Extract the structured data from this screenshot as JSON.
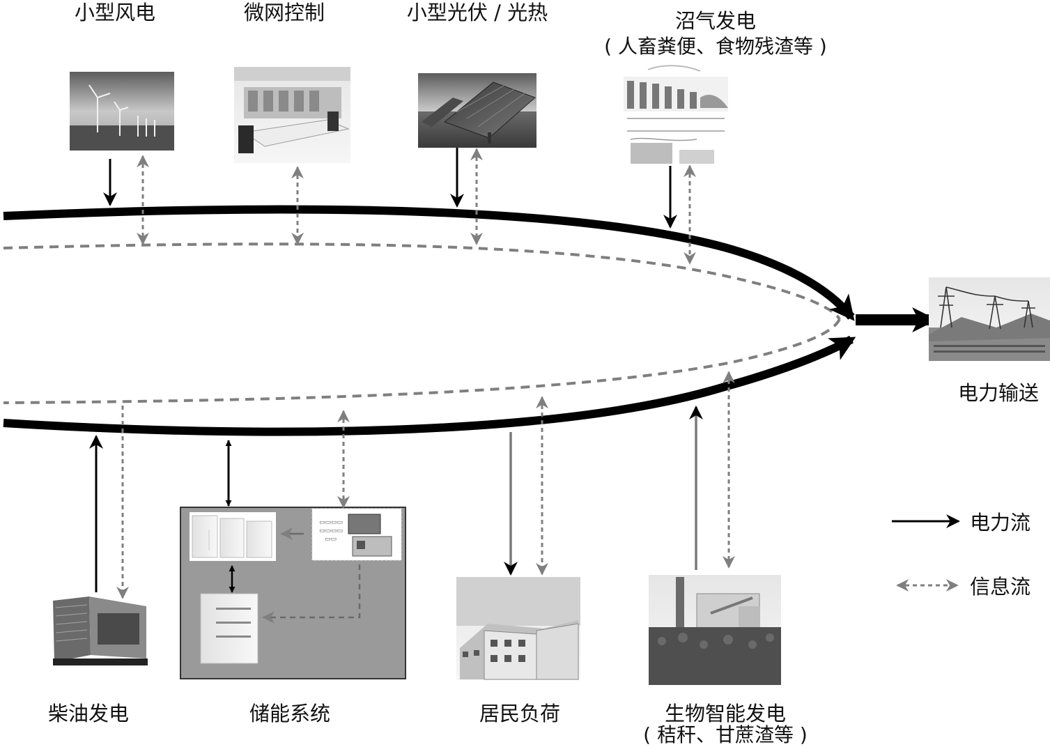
{
  "sources_top": {
    "wind": {
      "label": "小型风电"
    },
    "microgrid": {
      "label": "微网控制"
    },
    "solar": {
      "label": "小型光伏 / 光热"
    },
    "biogas": {
      "label": "沼气发电",
      "sub": "( 人畜粪便、食物残渣等 )"
    }
  },
  "sources_bottom": {
    "diesel": {
      "label": "柴油发电"
    },
    "storage": {
      "label": "储能系统"
    },
    "residential": {
      "label": "居民负荷"
    },
    "biomass": {
      "label": "生物智能发电",
      "sub": "( 秸秆、甘蔗渣等 )"
    }
  },
  "transmission": {
    "label": "电力输送"
  },
  "legend": {
    "power_flow": "电力流",
    "info_flow": "信息流"
  },
  "colors": {
    "power_line": "#000000",
    "info_line": "#808080",
    "storage_bg": "#9a9a9a",
    "photo_dark": "#5a5a5a",
    "photo_light": "#d8d8d8"
  },
  "icons": [
    "wind-turbine-photo",
    "control-room-photo",
    "solar-panel-photo",
    "biogas-plant-photo",
    "transmission-tower-photo",
    "diesel-generator-photo",
    "battery-cabinet-photo",
    "residential-building-photo",
    "biomass-plant-photo"
  ]
}
